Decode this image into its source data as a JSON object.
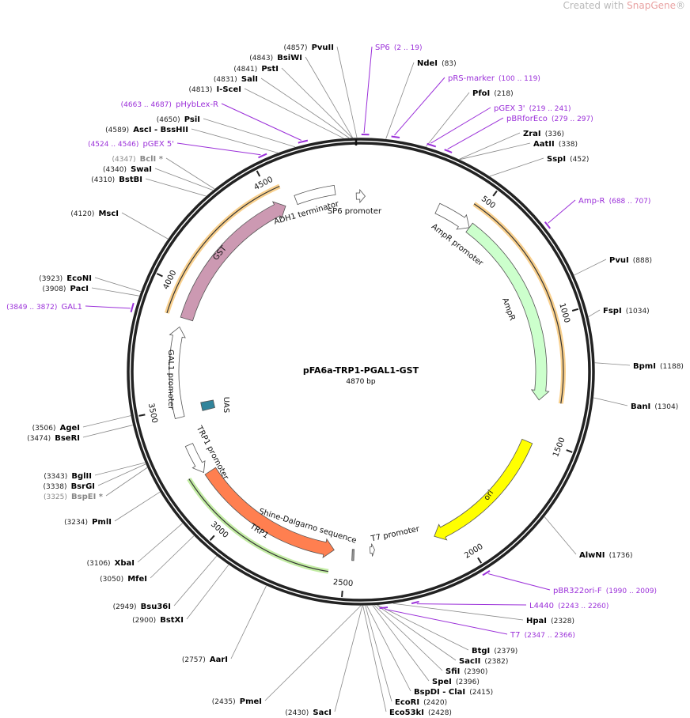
{
  "brand": {
    "prefix": "Created with ",
    "name": "SnapGene",
    "mark": "®"
  },
  "plasmid": {
    "name": "pFA6a-TRP1-PGAL1-GST",
    "size_label": "4870 bp",
    "length": 4870
  },
  "ticks": [
    "500",
    "1000",
    "1500",
    "2000",
    "2500",
    "3000",
    "3500",
    "4000",
    "4500"
  ],
  "sites": [
    {
      "name": "PvuII",
      "pos": "(4857)",
      "bp": 4857
    },
    {
      "name": "BsiWI",
      "pos": "(4843)",
      "bp": 4843
    },
    {
      "name": "PstI",
      "pos": "(4841)",
      "bp": 4841
    },
    {
      "name": "SalI",
      "pos": "(4831)",
      "bp": 4831
    },
    {
      "name": "I-SceI",
      "pos": "(4813)",
      "bp": 4813
    },
    {
      "name": "PsiI",
      "pos": "(4650)",
      "bp": 4650
    },
    {
      "name": "AscI  - BssHII",
      "pos": "(4589)",
      "bp": 4589
    },
    {
      "name": "BclI *",
      "pos": "(4347)",
      "bp": 4347,
      "gray": true
    },
    {
      "name": "SwaI",
      "pos": "(4340)",
      "bp": 4340
    },
    {
      "name": "BstBI",
      "pos": "(4310)",
      "bp": 4310
    },
    {
      "name": "MscI",
      "pos": "(4120)",
      "bp": 4120
    },
    {
      "name": "EcoNI",
      "pos": "(3923)",
      "bp": 3923
    },
    {
      "name": "PacI",
      "pos": "(3908)",
      "bp": 3908
    },
    {
      "name": "AgeI",
      "pos": "(3506)",
      "bp": 3506
    },
    {
      "name": "BseRI",
      "pos": "(3474)",
      "bp": 3474
    },
    {
      "name": "BglII",
      "pos": "(3343)",
      "bp": 3343
    },
    {
      "name": "BsrGI",
      "pos": "(3338)",
      "bp": 3338
    },
    {
      "name": "BspEI *",
      "pos": "(3325)",
      "bp": 3325,
      "gray": true
    },
    {
      "name": "PmlI",
      "pos": "(3234)",
      "bp": 3234
    },
    {
      "name": "XbaI",
      "pos": "(3106)",
      "bp": 3106
    },
    {
      "name": "MfeI",
      "pos": "(3050)",
      "bp": 3050
    },
    {
      "name": "Bsu36I",
      "pos": "(2949)",
      "bp": 2949
    },
    {
      "name": "BstXI",
      "pos": "(2900)",
      "bp": 2900
    },
    {
      "name": "AarI",
      "pos": "(2757)",
      "bp": 2757
    },
    {
      "name": "PmeI",
      "pos": "(2435)",
      "bp": 2435
    },
    {
      "name": "SacI",
      "pos": "(2430)",
      "bp": 2430
    },
    {
      "name": "NdeI",
      "pos": "(83)",
      "bp": 83
    },
    {
      "name": "PfoI",
      "pos": "(218)",
      "bp": 218
    },
    {
      "name": "ZraI",
      "pos": "(336)",
      "bp": 336
    },
    {
      "name": "AatII",
      "pos": "(338)",
      "bp": 338
    },
    {
      "name": "SspI",
      "pos": "(452)",
      "bp": 452
    },
    {
      "name": "PvuI",
      "pos": "(888)",
      "bp": 888
    },
    {
      "name": "FspI",
      "pos": "(1034)",
      "bp": 1034
    },
    {
      "name": "BpmI",
      "pos": "(1188)",
      "bp": 1188
    },
    {
      "name": "BanI",
      "pos": "(1304)",
      "bp": 1304
    },
    {
      "name": "AlwNI",
      "pos": "(1736)",
      "bp": 1736
    },
    {
      "name": "HpaI",
      "pos": "(2328)",
      "bp": 2328
    },
    {
      "name": "BtgI",
      "pos": "(2379)",
      "bp": 2379
    },
    {
      "name": "SacII",
      "pos": "(2382)",
      "bp": 2382
    },
    {
      "name": "SfiI",
      "pos": "(2390)",
      "bp": 2390
    },
    {
      "name": "SpeI",
      "pos": "(2396)",
      "bp": 2396
    },
    {
      "name": "BspDI  - ClaI",
      "pos": "(2415)",
      "bp": 2415
    },
    {
      "name": "EcoRI",
      "pos": "(2420)",
      "bp": 2420
    },
    {
      "name": "Eco53kI",
      "pos": "(2428)",
      "bp": 2428
    }
  ],
  "primers": [
    {
      "name": "pHybLex-R",
      "pos": "(4663 .. 4687)",
      "start": 4663,
      "end": 4687
    },
    {
      "name": "pGEX 5'",
      "pos": "(4524 .. 4546)",
      "start": 4524,
      "end": 4546
    },
    {
      "name": "GAL1",
      "pos": "(3849 .. 3872)",
      "start": 3849,
      "end": 3872
    },
    {
      "name": "SP6",
      "pos": "(2 .. 19)",
      "start": 2,
      "end": 19
    },
    {
      "name": "pRS-marker",
      "pos": "(100 .. 119)",
      "start": 100,
      "end": 119
    },
    {
      "name": "pGEX 3'",
      "pos": "(219 .. 241)",
      "start": 219,
      "end": 241
    },
    {
      "name": "pBRforEco",
      "pos": "(279 .. 297)",
      "start": 279,
      "end": 297
    },
    {
      "name": "Amp-R",
      "pos": "(688 .. 707)",
      "start": 688,
      "end": 707
    },
    {
      "name": "pBR322ori-F",
      "pos": "(1990 .. 2009)",
      "start": 1990,
      "end": 2009
    },
    {
      "name": "L4440",
      "pos": "(2243 .. 2260)",
      "start": 2243,
      "end": 2260
    },
    {
      "name": "T7",
      "pos": "(2347 .. 2366)",
      "start": 2347,
      "end": 2366
    }
  ],
  "features": [
    {
      "label": "SP6 promoter",
      "start": 4850,
      "end": 19,
      "dir": "fwd",
      "color": "#ffffff"
    },
    {
      "label": "AmpR promoter",
      "start": 340,
      "end": 500,
      "dir": "fwd",
      "color": "#ffffff"
    },
    {
      "label": "AmpR",
      "start": 500,
      "end": 1340,
      "dir": "fwd",
      "color": "#ccffcc"
    },
    {
      "label": "ori",
      "start": 1525,
      "end": 2110,
      "dir": "fwd",
      "color": "#ffff00"
    },
    {
      "label": "T7 promoter",
      "start": 2375,
      "end": 2395,
      "dir": "rev",
      "color": "#ffffff"
    },
    {
      "label": "Shine-Dalgarno sequence",
      "start": 2464,
      "end": 2472,
      "dir": "none",
      "color": "#999999"
    },
    {
      "label": "TRP1",
      "start": 2550,
      "end": 3200,
      "dir": "rev",
      "color": "#ff7f50"
    },
    {
      "label": "TRP1 promoter",
      "start": 3210,
      "end": 3340,
      "dir": "rev",
      "color": "#ffffff"
    },
    {
      "label": "UAS",
      "start": 3465,
      "end": 3505,
      "dir": "none",
      "color": "#31849b"
    },
    {
      "label": "GAL1 promoter",
      "start": 3460,
      "end": 3840,
      "dir": "fwd",
      "color": "#ffffff"
    },
    {
      "label": "GST",
      "start": 3880,
      "end": 4540,
      "dir": "fwd",
      "color": "#cc99b2"
    },
    {
      "label": "ADH1 terminator",
      "start": 4590,
      "end": 4760,
      "dir": "none",
      "color": "#ffffff"
    }
  ],
  "orfs": [
    {
      "start": 460,
      "end": 1340,
      "dir": "fwd",
      "color": "#f5b041"
    },
    {
      "start": 3880,
      "end": 4550,
      "dir": "fwd",
      "color": "#f5b041"
    },
    {
      "start": 2560,
      "end": 3220,
      "dir": "rev",
      "color": "#99e066"
    }
  ],
  "colors": {
    "backbone": "#222222",
    "primer": "#9b30d9",
    "site_line": "#888888"
  }
}
